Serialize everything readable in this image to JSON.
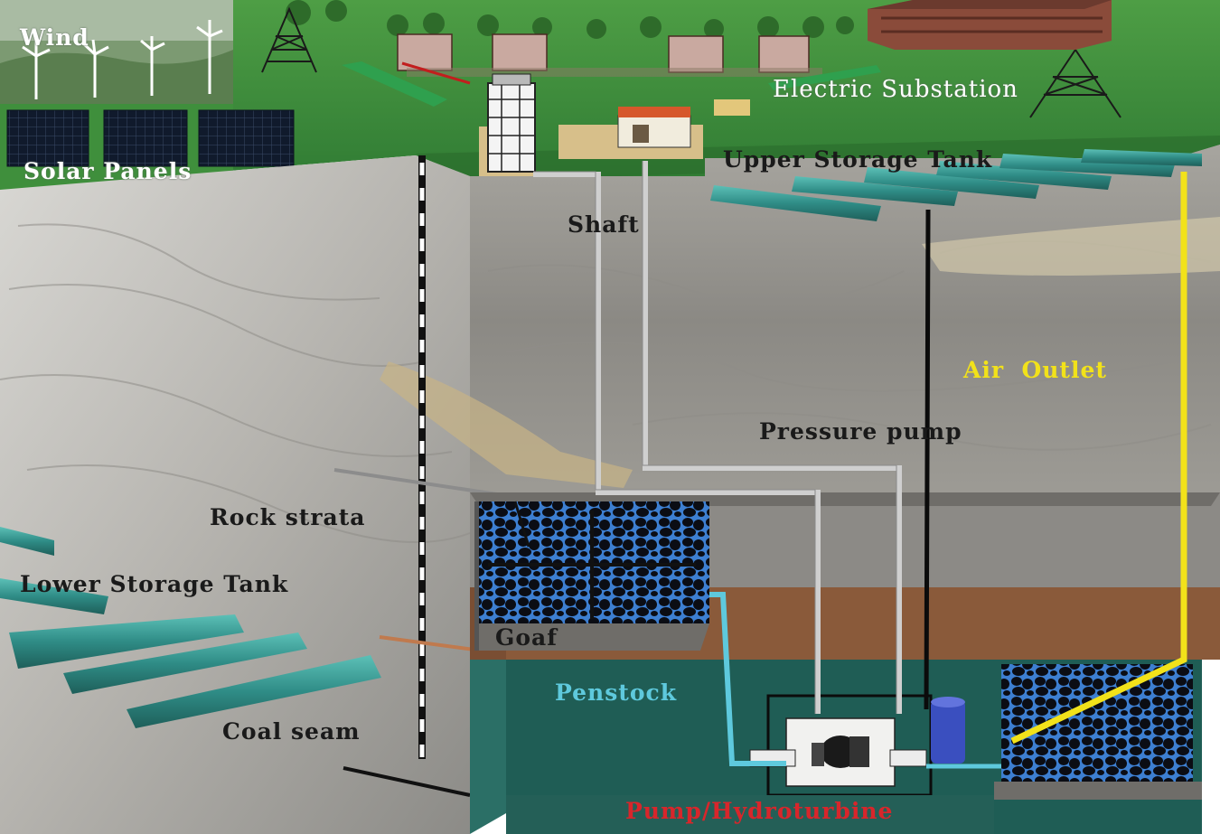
{
  "labels": {
    "wind": "Wind",
    "solar_panels": "Solar Panels",
    "electric_substation": "Electric Substation",
    "upper_storage_tank": "Upper Storage Tank",
    "shaft": "Shaft",
    "air_outlet": "Air  Outlet",
    "pressure_pump": "Pressure pump",
    "rock_strata": "Rock strata",
    "lower_storage_tank": "Lower Storage Tank",
    "goaf": "Goaf",
    "penstock": "Penstock",
    "coal_seam": "Coal seam",
    "pump_hydroturbine": "Pump/Hydroturbine"
  },
  "colors": {
    "grass": "#3f8f3c",
    "rock": "#b9b8b3",
    "pipe_teal": "#2f8c86",
    "air_outlet": "#f2e21a",
    "penstock": "#5ec9dd",
    "pump_label": "#d8262b",
    "water": "#4aa7e6",
    "mine_floor": "#1f5d55",
    "brown_layer": "#8a5a3a"
  }
}
